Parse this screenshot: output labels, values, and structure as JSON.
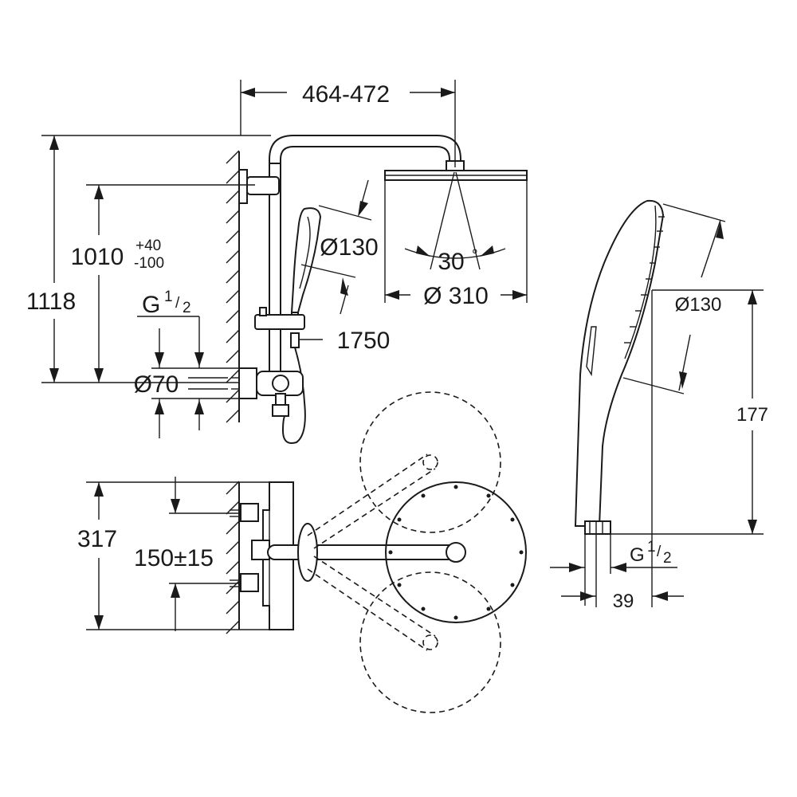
{
  "dimensions": {
    "top_width": "464-472",
    "total_height": "1118",
    "adjust_height": "1010",
    "adjust_plus": "+40",
    "adjust_minus": "-100",
    "thread_left_g": "G",
    "thread_left_num": "1",
    "thread_left_den": "2",
    "mixer_diameter": "Ø70",
    "hand_shower_diameter": "Ø130",
    "spray_angle": "30",
    "spray_angle_unit": "°",
    "head_diameter": "Ø 310",
    "hose_length": "1750",
    "side_hand_diameter": "Ø130",
    "hand_length": "177",
    "thread_right_g": "G",
    "thread_right_num": "1",
    "thread_right_den": "2",
    "connector_width": "39",
    "plan_depth": "317",
    "plan_centers": "150±15"
  }
}
